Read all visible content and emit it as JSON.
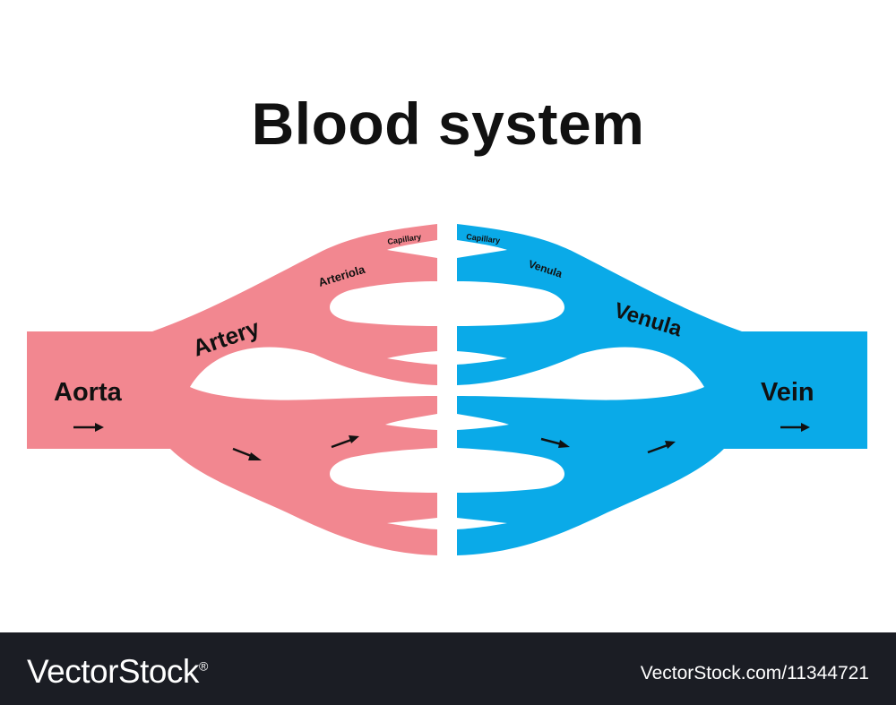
{
  "title": "Blood system",
  "colors": {
    "artery": "#F28790",
    "vein": "#0AAAE8",
    "arrow": "#111111",
    "footer": "#1B1D24"
  },
  "labels": {
    "aorta": "Aorta",
    "artery": "Artery",
    "arteriola": "Arteriola",
    "capillary_left": "Capillary",
    "capillary_right": "Capillary",
    "venula_small": "Venula",
    "venula_large": "Venula",
    "vein": "Vein"
  },
  "footer": {
    "brand": "VectorStock",
    "registered_mark": "®",
    "asset_url": "VectorStock.com/11344721"
  }
}
